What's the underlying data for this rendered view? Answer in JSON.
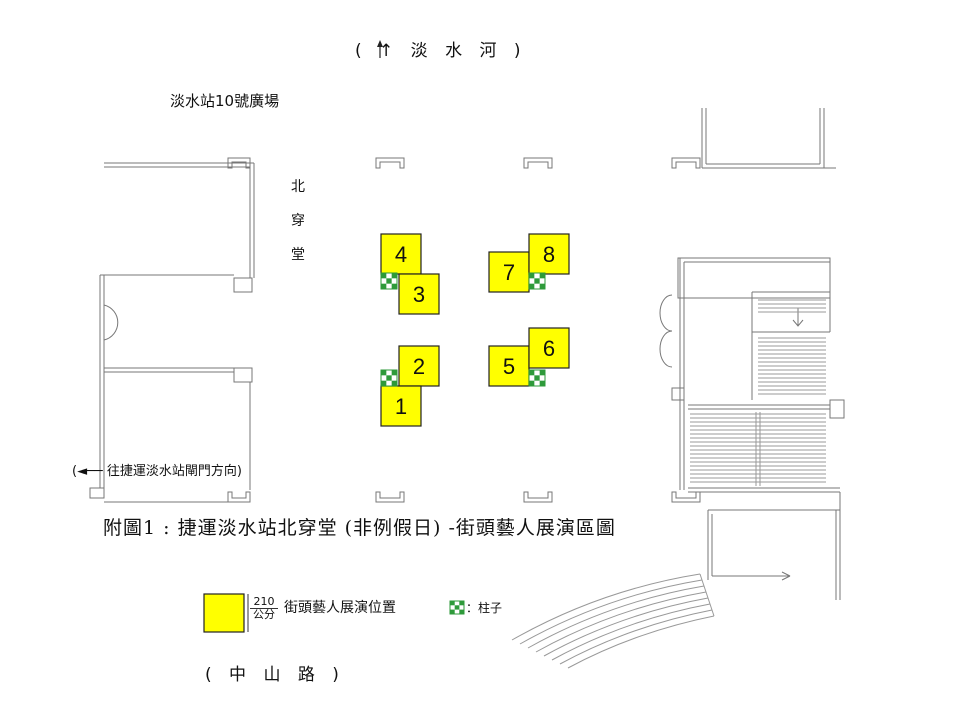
{
  "river_label": "( ↑ 淡 水 河 )",
  "plaza_label": "淡水站10號廣場",
  "north_passage_chars": [
    "北",
    "穿",
    "堂"
  ],
  "gate_direction_label": "(◄── 往捷運淡水站閘門方向)",
  "main_title": "附圖1 : 捷運淡水站北穿堂 (非例假日) -街頭藝人展演區圖",
  "road_label": "( 中 山 路 )",
  "legend": {
    "size_number": "210",
    "size_unit": "公分",
    "performer_label": "街頭藝人展演位置",
    "pillar_label": "：柱子"
  },
  "spots": [
    {
      "id": "1",
      "label": "1"
    },
    {
      "id": "2",
      "label": "2"
    },
    {
      "id": "3",
      "label": "3"
    },
    {
      "id": "4",
      "label": "4"
    },
    {
      "id": "5",
      "label": "5"
    },
    {
      "id": "6",
      "label": "6"
    },
    {
      "id": "7",
      "label": "7"
    },
    {
      "id": "8",
      "label": "8"
    }
  ],
  "colors": {
    "spot_fill": "#ffff00",
    "spot_stroke": "#222222",
    "pillar_green": "#2e9a3a",
    "wall": "#555555"
  }
}
